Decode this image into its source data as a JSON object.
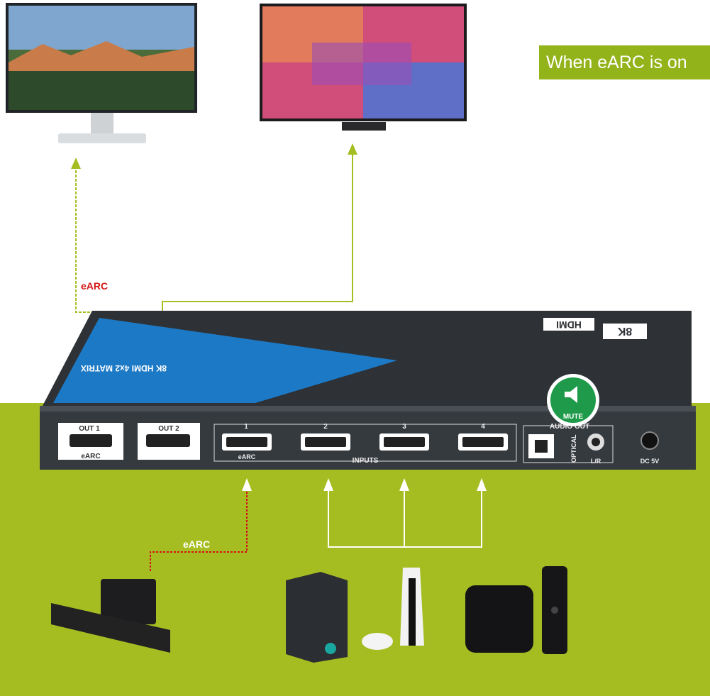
{
  "banner": {
    "text": "When eARC is on"
  },
  "arc_labels": {
    "top": "eARC",
    "bottom": "eARC"
  },
  "device": {
    "panel_text": "8K HDMI 4x2 MATRIX",
    "badge_8k": "8K",
    "logo": "HDMI",
    "out1": "OUT 1",
    "out1_sub": "eARC",
    "out2": "OUT 2",
    "inputs": [
      "1",
      "2",
      "3",
      "4"
    ],
    "input1_sub": "eARC",
    "inputs_label": "INPUTS",
    "audio_out": "AUDIO OUT",
    "optical": "OPTICAL",
    "lr": "L/R",
    "mute": "MUTE",
    "dc": "DC 5V"
  },
  "colors": {
    "green_bg": "#a6bd22",
    "banner": "#93b31a",
    "panel_blue": "#1c79c6",
    "housing": "#3a3d42",
    "earc_red": "#d11414"
  }
}
